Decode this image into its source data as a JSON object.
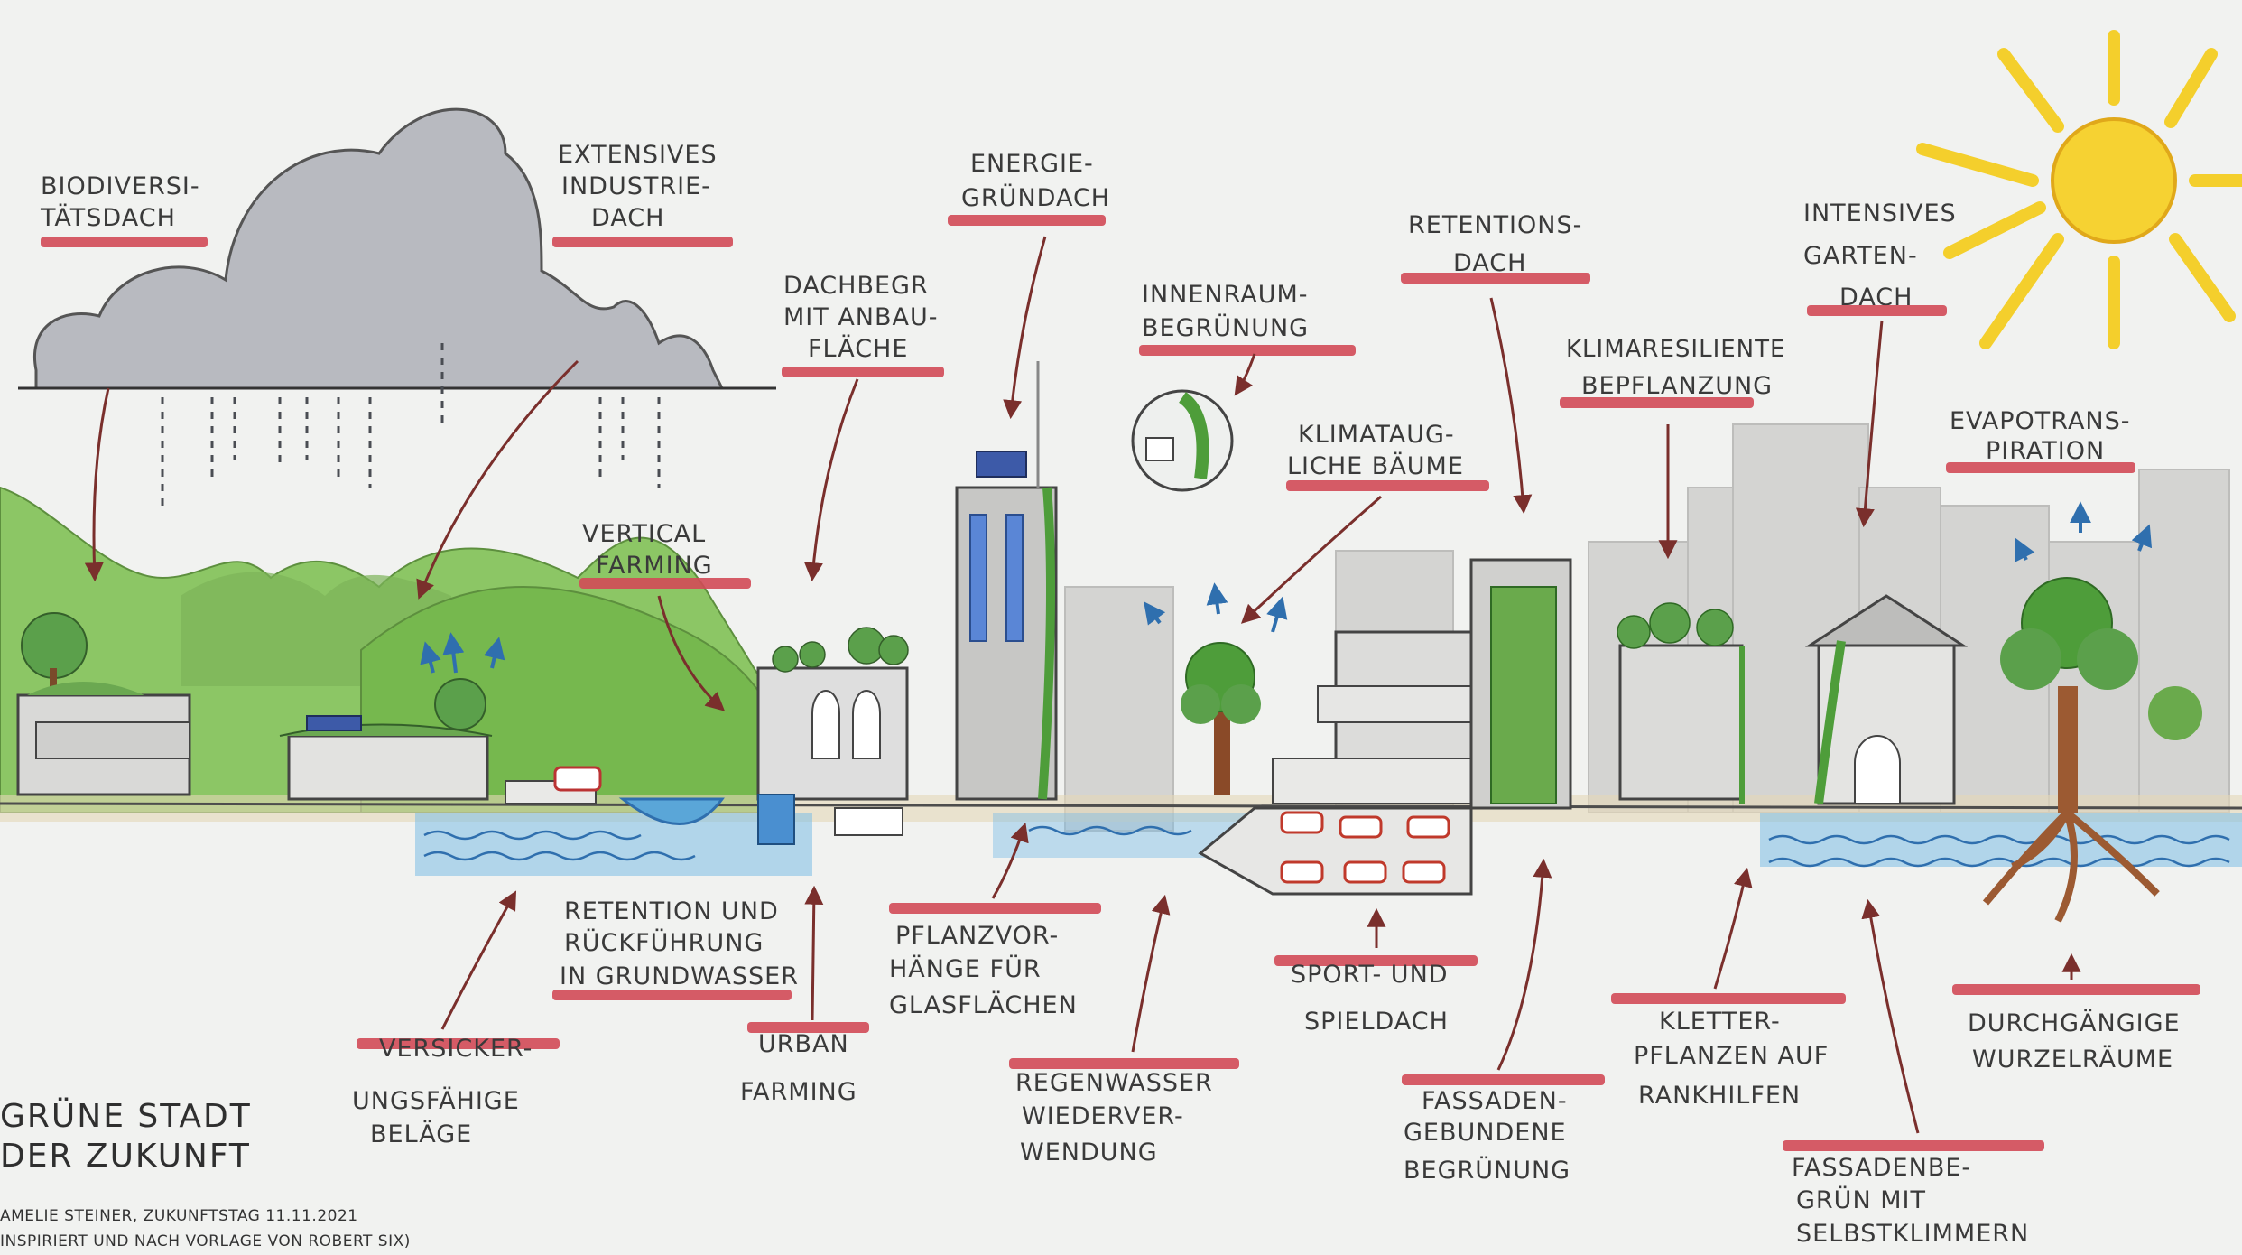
{
  "title": {
    "line1": "GRÜNE STADT",
    "line2": "DER ZUKUNFT"
  },
  "credits": {
    "line1": "AMELIE STEINER, ZUKUNFTSTAG 11.11.2021",
    "line2": "INSPIRIERT UND NACH VORLAGE VON ROBERT SIX)"
  },
  "labels": {
    "biodiversitaetsdach": [
      "BIODIVERSI-",
      "TÄTSDACH"
    ],
    "extensives_industriedach": [
      "EXTENSIVES",
      "INDUSTRIE-",
      "DACH"
    ],
    "energiegruendach": [
      "ENERGIE-",
      "GRÜNDACH"
    ],
    "dachbegruenung_anbauflaeche": [
      "DACHBEGR",
      "MIT ANBAU-",
      "FLÄCHE"
    ],
    "innenraumbegruenung": [
      "INNENRAUM-",
      "BEGRÜNUNG"
    ],
    "retentionsdach": [
      "RETENTIONS-",
      "DACH"
    ],
    "intensives_gartendach": [
      "INTENSIVES",
      "GARTEN-",
      "DACH"
    ],
    "klimaresiliente_bepflanzung": [
      "KLIMARESILIENTE",
      "BEPFLANZUNG"
    ],
    "klimataugliche_baeume": [
      "KLIMATAUG-",
      "LICHE BÄUME"
    ],
    "evapotranspiration": [
      "EVAPOTRANS-",
      "PIRATION"
    ],
    "vertical_farming": [
      "VERTICAL",
      "FARMING"
    ],
    "retention_rueckfuehrung": [
      "RETENTION UND",
      "RÜCKFÜHRUNG",
      "IN GRUNDWASSER"
    ],
    "pflanzvorhaenge": [
      "PFLANZVOR-",
      "HÄNGE FÜR",
      "GLASFLÄCHEN"
    ],
    "versickerungsfaehige_belaege": [
      "VERSICKER-",
      "UNGSFÄHIGE",
      "BELÄGE"
    ],
    "urban_farming": [
      "URBAN",
      "FARMING"
    ],
    "regenwasser": [
      "REGENWASSER",
      "WIEDERVER-",
      "WENDUNG"
    ],
    "sport_spieldach": [
      "SPORT- UND",
      "SPIELDACH"
    ],
    "fassadengebundene_begruenung": [
      "FASSADEN-",
      "GEBUNDENE",
      "BEGRÜNUNG"
    ],
    "kletterpflanzen": [
      "KLETTER-",
      "PFLANZEN AUF",
      "RANKHILFEN"
    ],
    "fassadenbegruenung_selbstklimmer": [
      "FASSADENBE-",
      "GRÜN MIT",
      "SELBSTKLIMMERN"
    ],
    "durchgaengige_wurzelraeume": [
      "DURCHGÄNGIGE",
      "WURZELRÄUME"
    ]
  },
  "colors": {
    "underline_red": "#d24a57",
    "hill_green": "#7cbf55",
    "water_blue": "#5aa6d8",
    "sun_yellow": "#f6d232",
    "cloud_grey": "#b3b5bc",
    "building_grey": "#c9c9c7",
    "tree_green": "#4e9d3a",
    "root_brown": "#9c5a32"
  }
}
